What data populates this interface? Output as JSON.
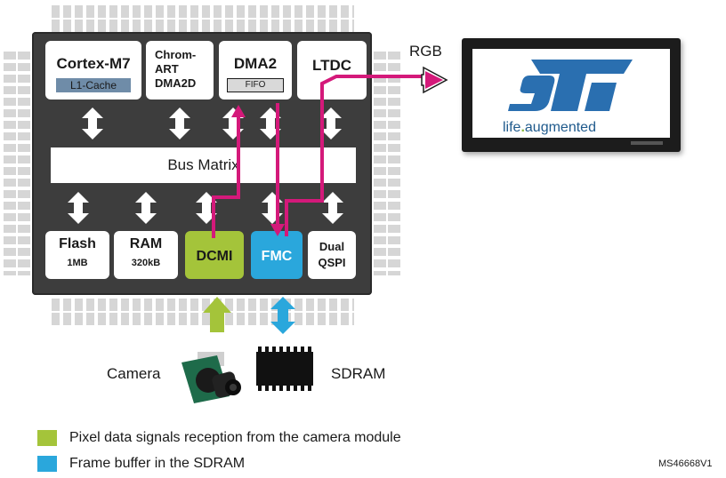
{
  "blocks": {
    "cortex": {
      "title": "Cortex-M7",
      "sub": "L1-Cache"
    },
    "chromart": {
      "line1": "Chrom-",
      "line2": "ART",
      "line3": "DMA2D"
    },
    "dma2": {
      "title": "DMA2",
      "sub": "FIFO"
    },
    "ltdc": {
      "title": "LTDC"
    },
    "bus_matrix": "Bus Matrix",
    "flash": {
      "title": "Flash",
      "sub": "1MB"
    },
    "ram": {
      "title": "RAM",
      "sub": "320kB"
    },
    "dcmi": {
      "title": "DCMI"
    },
    "fmc": {
      "title": "FMC"
    },
    "qspi": {
      "line1": "Dual",
      "line2": "QSPI"
    }
  },
  "labels": {
    "rgb": "RGB",
    "camera": "Camera",
    "sdram": "SDRAM"
  },
  "display": {
    "logo": "ST",
    "tagline_a": "life",
    "tagline_dot": ".",
    "tagline_b": "augmented"
  },
  "legend": [
    {
      "text": "Pixel data signals reception from the camera module",
      "color": "#a4c43a"
    },
    {
      "text": "Frame buffer in the SDRAM",
      "color": "#2aa7dc"
    }
  ],
  "reference": "MS46668V1",
  "colors": {
    "chip": "#3d3d3d",
    "dcmi": "#a4c43a",
    "fmc": "#2aa7dc",
    "path": "#d4197a",
    "st_blue": "#2a6fb0"
  }
}
